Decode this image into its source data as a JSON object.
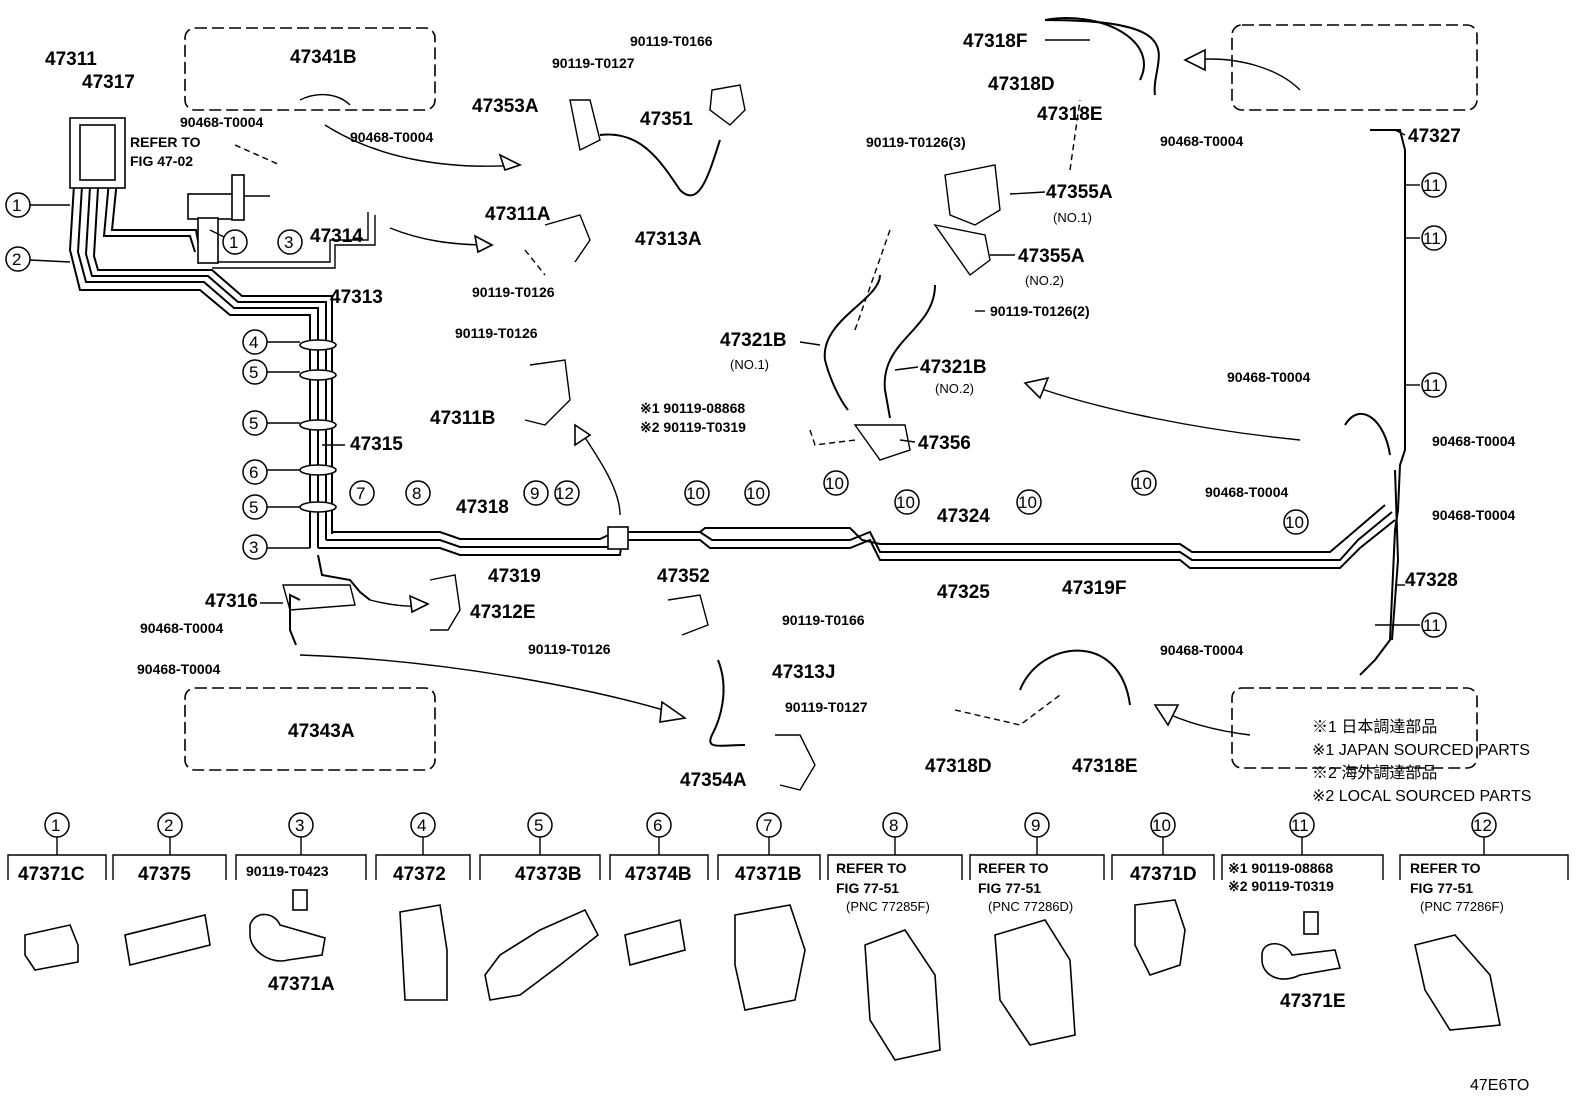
{
  "labels": {
    "l47311": "47311",
    "l47317": "47317",
    "refer_fig47_02a": "REFER TO",
    "refer_fig47_02b": "FIG 47-02",
    "l47341B": "47341B",
    "l90468_a": "90468-T0004",
    "l90468_b": "90468-T0004",
    "l47314": "47314",
    "l47313": "47313",
    "l47315": "47315",
    "l47316": "47316",
    "l90468_c": "90468-T0004",
    "l90468_d": "90468-T0004",
    "l47343A": "47343A",
    "l47318": "47318",
    "l47319": "47319",
    "l47312E": "47312E",
    "l90119_T0126_e": "90119-T0126",
    "l90119_T0166_a": "90119-T0166",
    "l90119_T0127_a": "90119-T0127",
    "l47353A": "47353A",
    "l47351": "47351",
    "l47313A": "47313A",
    "l47311A": "47311A",
    "l90119_T0126_a": "90119-T0126",
    "l90119_T0126_b": "90119-T0126",
    "l47311B": "47311B",
    "l47352": "47352",
    "l90119_T0166_b": "90119-T0166",
    "l47313J": "47313J",
    "l90119_T0127_b": "90119-T0127",
    "l47354A": "47354A",
    "l47324": "47324",
    "l47325": "47325",
    "l47318F": "47318F",
    "l47318D_a": "47318D",
    "l47318E_a": "47318E",
    "l90119_T0126_3": "90119-T0126(3)",
    "l47355A_1": "47355A",
    "no1_a": "(NO.1)",
    "l47355A_2": "47355A",
    "no2_a": "(NO.2)",
    "l90119_T0126_2": "90119-T0126(2)",
    "l47321B_1": "47321B",
    "no1_b": "(NO.1)",
    "l47321B_2": "47321B",
    "no2_b": "(NO.2)",
    "l90119_08868": "※1 90119-08868",
    "l90119_T0319": "※2 90119-T0319",
    "l47356": "47356",
    "l90468_e": "90468-T0004",
    "l47327": "47327",
    "l90468_f": "90468-T0004",
    "l90468_g": "90468-T0004",
    "l90468_h": "90468-T0004",
    "l90468_i": "90468-T0004",
    "l47328": "47328",
    "l90468_j": "90468-T0004",
    "l47319F": "47319F",
    "l47318D_b": "47318D",
    "l47318E_b": "47318E"
  },
  "notes": {
    "n1": "※1 日本調達部品",
    "n2": "※1 JAPAN SOURCED PARTS",
    "n3": "※2 海外調達部品",
    "n4": "※2 LOCAL SOURCED PARTS"
  },
  "callout_numbers": [
    "1",
    "2",
    "3",
    "4",
    "5",
    "6",
    "7",
    "8",
    "9",
    "10",
    "11",
    "12"
  ],
  "legend": [
    {
      "num": "1",
      "part": "47371C"
    },
    {
      "num": "2",
      "part": "47375"
    },
    {
      "num": "3",
      "part": "90119-T0423",
      "sub": "47371A"
    },
    {
      "num": "4",
      "part": "47372"
    },
    {
      "num": "5",
      "part": "47373B"
    },
    {
      "num": "6",
      "part": "47374B"
    },
    {
      "num": "7",
      "part": "47371B"
    },
    {
      "num": "8",
      "ref1": "REFER TO",
      "ref2": "FIG 77-51",
      "ref3": "(PNC 77285F)"
    },
    {
      "num": "9",
      "ref1": "REFER TO",
      "ref2": "FIG 77-51",
      "ref3": "(PNC 77286D)"
    },
    {
      "num": "10",
      "part": "47371D"
    },
    {
      "num": "11",
      "part1": "※1 90119-08868",
      "part2": "※2 90119-T0319",
      "sub": "47371E"
    },
    {
      "num": "12",
      "ref1": "REFER TO",
      "ref2": "FIG 77-51",
      "ref3": "(PNC 77286F)"
    }
  ],
  "figure_code": "47E6TO"
}
